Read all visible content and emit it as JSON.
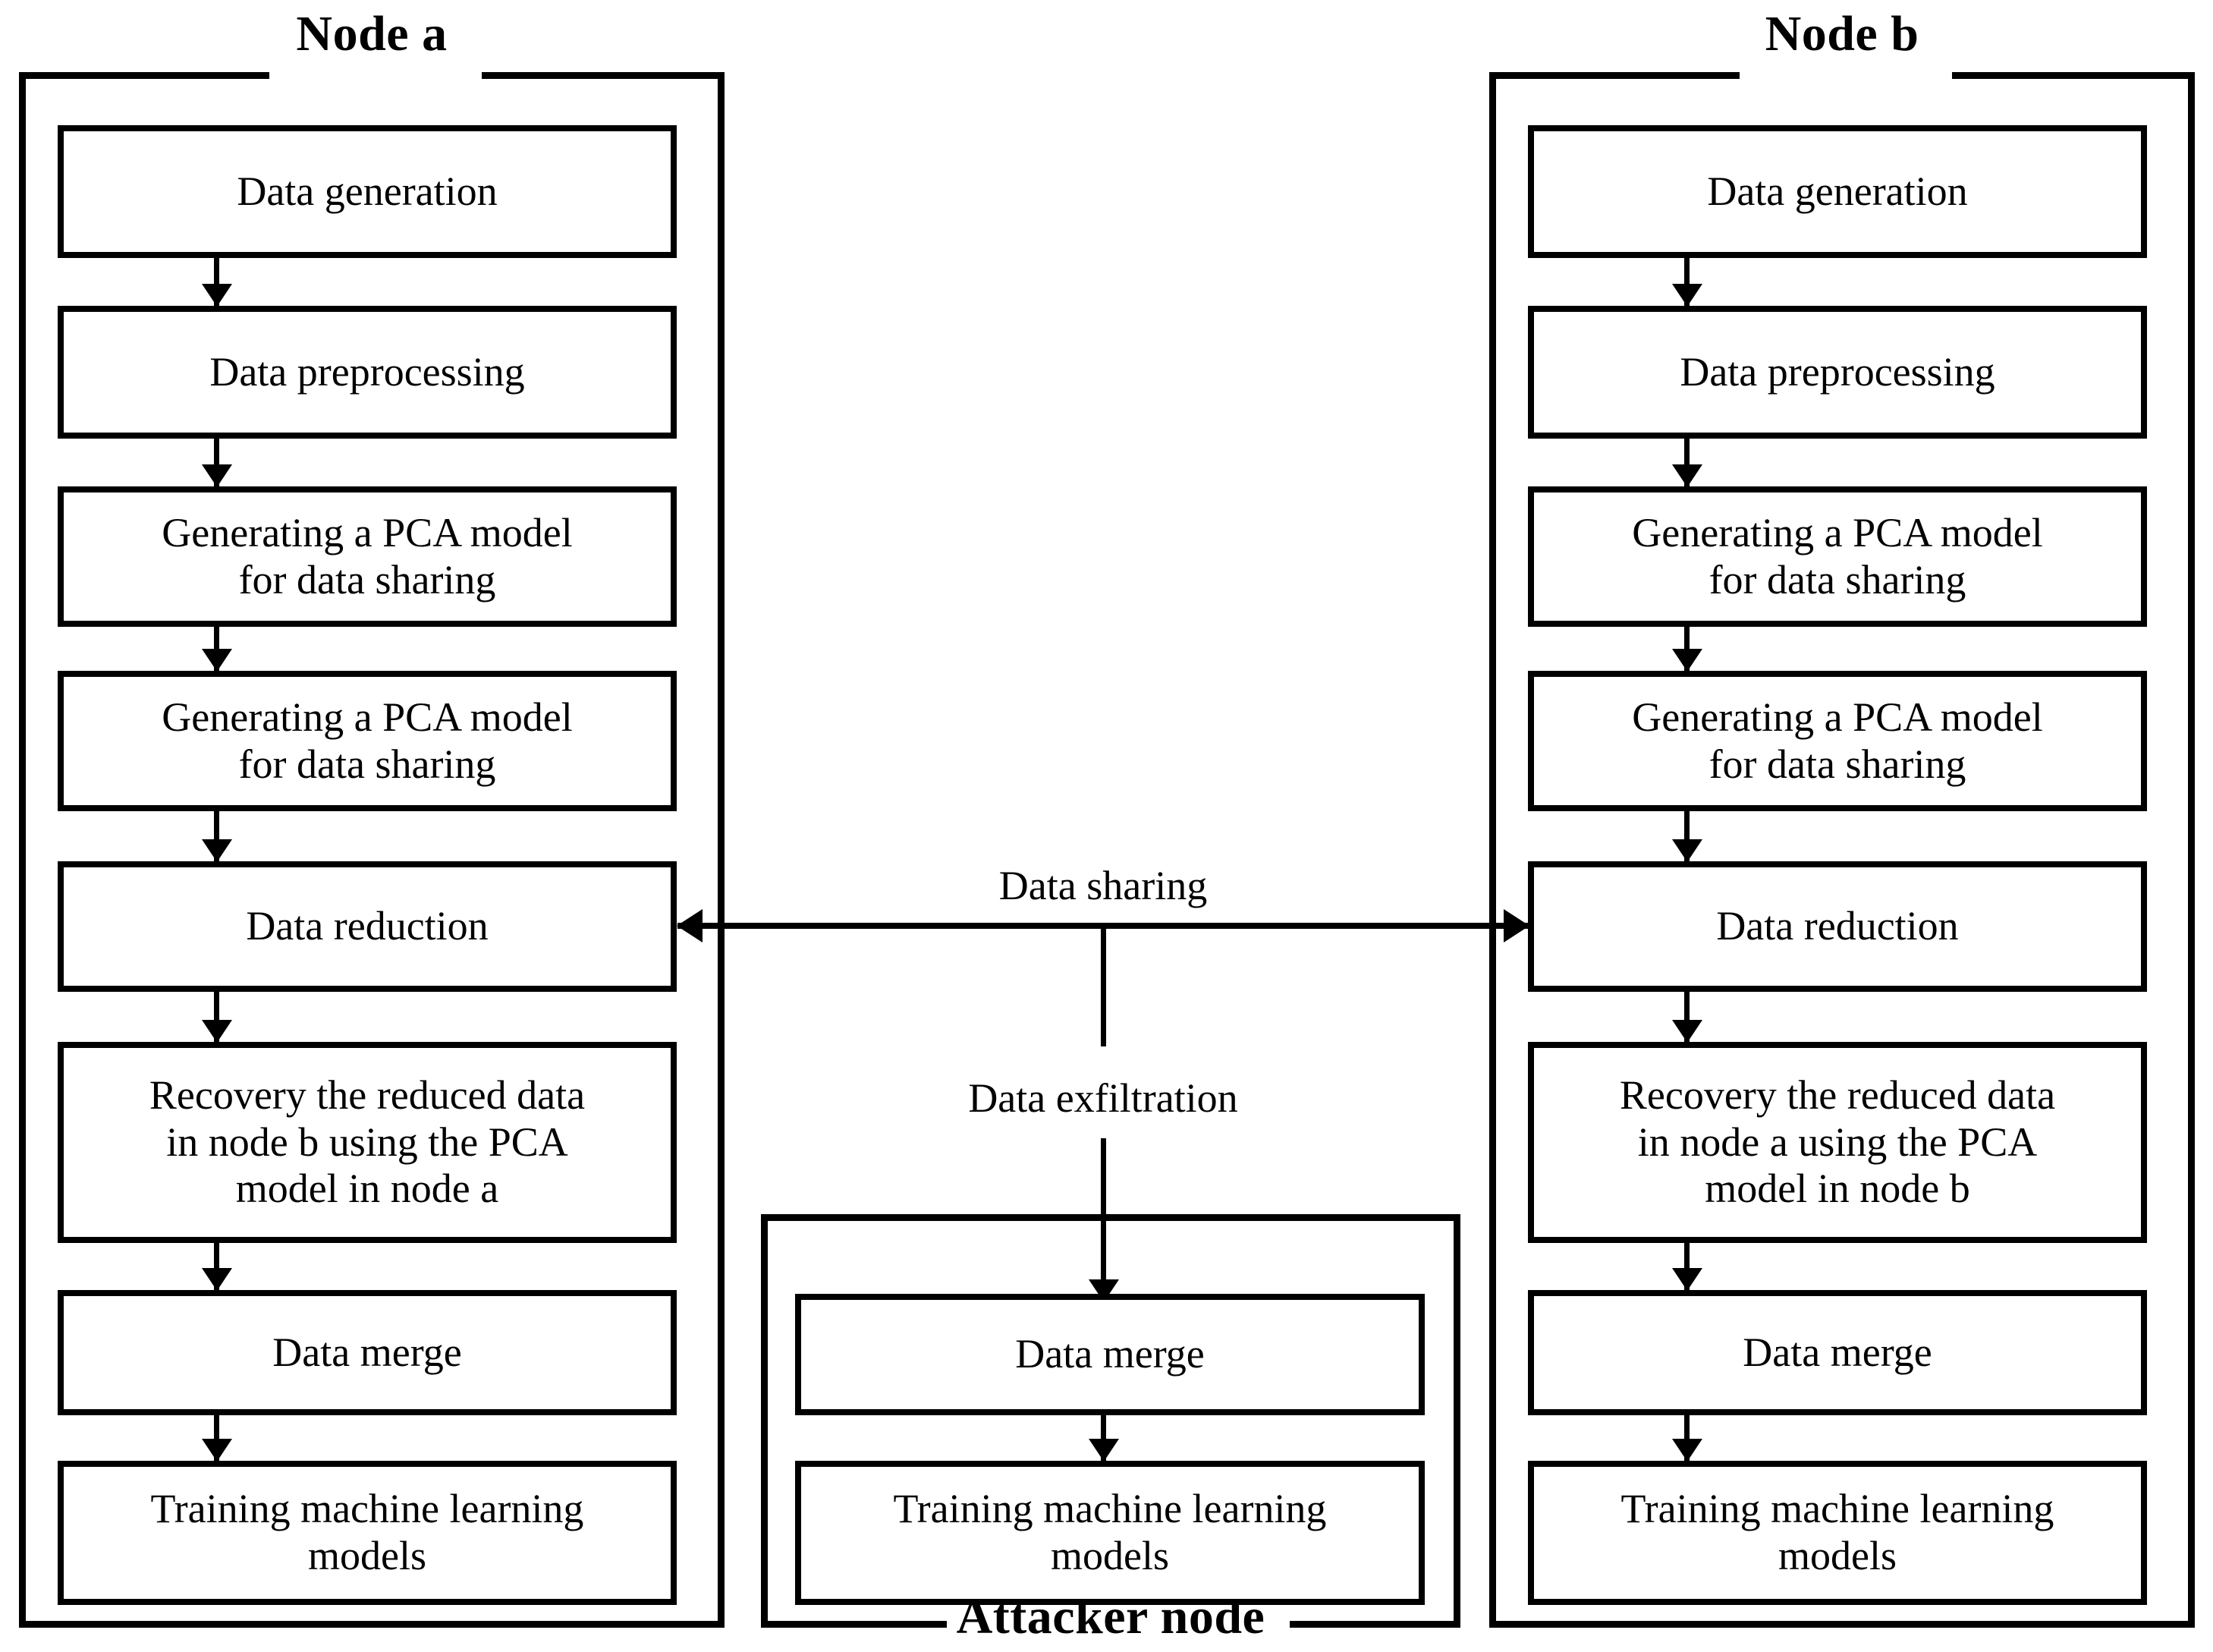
{
  "diagram": {
    "title_node_a": "Node a",
    "title_node_b": "Node b",
    "title_attacker": "Attacker node",
    "edge_labels": {
      "data_sharing": "Data sharing",
      "data_exfiltration": "Data exfiltration"
    },
    "node_a_steps": [
      "Data generation",
      "Data preprocessing",
      "Generating a PCA model\nfor data sharing",
      "Generating a PCA model\nfor data sharing",
      "Data reduction",
      "Recovery the reduced data\nin node b using the PCA\nmodel in node a",
      "Data merge",
      "Training machine learning\nmodels"
    ],
    "node_b_steps": [
      "Data generation",
      "Data preprocessing",
      "Generating a PCA model\nfor data sharing",
      "Generating a PCA model\nfor data sharing",
      "Data reduction",
      "Recovery the reduced data\nin node a using the PCA\nmodel in node b",
      "Data merge",
      "Training machine learning\nmodels"
    ],
    "attacker_steps": [
      "Data merge",
      "Training machine learning\nmodels"
    ],
    "colors": {
      "stroke": "#000000",
      "background": "#ffffff"
    }
  }
}
